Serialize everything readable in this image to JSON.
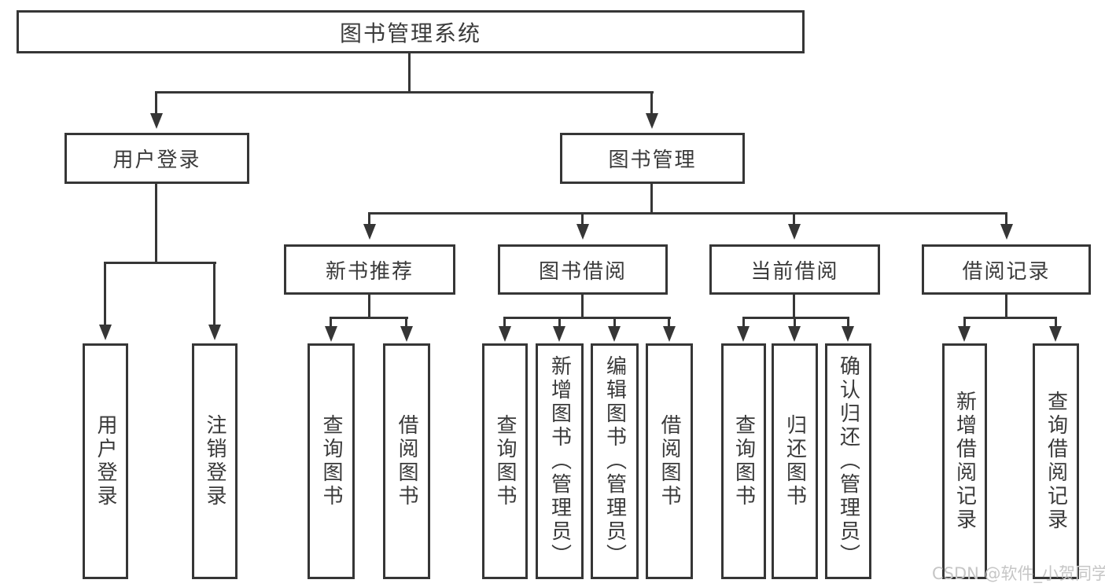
{
  "colors": {
    "line": "#363636",
    "text": "#3a3a3a",
    "background": "#ffffff",
    "watermark": "#c6c6c6"
  },
  "root": {
    "label": "图书管理系统"
  },
  "branches": {
    "user_login": {
      "label": "用户登录",
      "children": [
        "用户登录",
        "注销登录"
      ]
    },
    "book_mgmt": {
      "label": "图书管理"
    }
  },
  "modules": {
    "new_book": {
      "label": "新书推荐",
      "children": [
        "查询图书",
        "借阅图书"
      ]
    },
    "book_borrow": {
      "label": "图书借阅",
      "children": [
        "查询图书",
        "新增图书（管理员）",
        "编辑图书（管理员）",
        "借阅图书"
      ]
    },
    "current_borrow": {
      "label": "当前借阅",
      "children": [
        "查询图书",
        "归还图书",
        "确认归还（管理员）"
      ]
    },
    "borrow_record": {
      "label": "借阅记录",
      "children": [
        "新增借阅记录",
        "查询借阅记录"
      ]
    }
  },
  "watermark": "CSDN @软件_小贺同学"
}
